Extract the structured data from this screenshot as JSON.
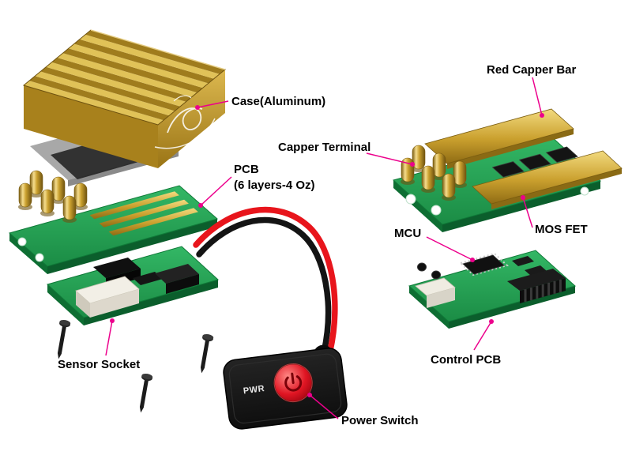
{
  "diagram": {
    "background": "#ffffff",
    "labels": {
      "case": "Case(Aluminum)",
      "pcb_line1": "PCB",
      "pcb_line2": "(6 layers-4 Oz)",
      "sensor_socket": "Sensor Socket",
      "power_switch": "Power Switch",
      "red_capper_bar": "Red Capper Bar",
      "capper_terminal": "Capper Terminal",
      "mcu": "MCU",
      "mos_fet": "MOS FET",
      "control_pcb": "Control PCB"
    },
    "switch": {
      "button_text": "PWR"
    },
    "colors": {
      "label_line": "#ec008c",
      "label_text": "#000000",
      "pcb_green": "#22a24f",
      "gold": "#caa02e",
      "wire_red": "#e8151c",
      "wire_black": "#141414",
      "switch_body": "#171717"
    }
  }
}
